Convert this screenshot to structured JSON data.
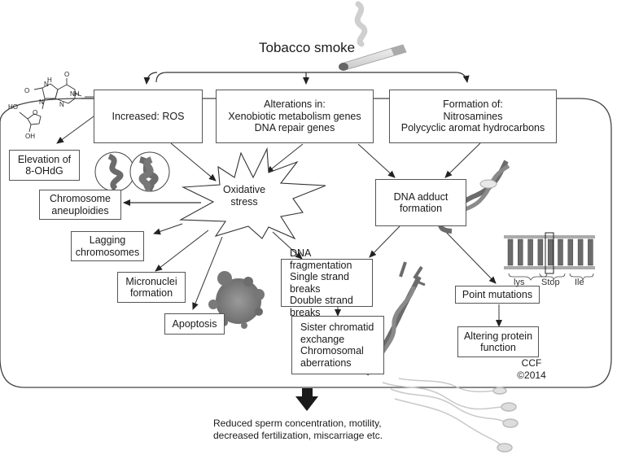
{
  "title": "Tobacco smoke",
  "top_row": {
    "ros": "Increased: ROS",
    "alterations": "Alterations in:\nXenobiotic metabolism genes\nDNA repair genes",
    "formation": "Formation of:\nNitrosamines\nPolycyclic aromat hydrocarbons"
  },
  "molecule": {
    "name": "8-OHdG structure",
    "atoms": [
      "O",
      "H",
      "N",
      "NH",
      "O",
      "N",
      "N",
      "HO",
      "O",
      "OH"
    ]
  },
  "left_column": {
    "elevation": "Elevation of\n8-OHdG",
    "aneuploidies": "Chromosome\naneuploidies",
    "lagging": "Lagging\nchromosomes",
    "micronuclei": "Micronuclei\nformation",
    "apoptosis": "Apoptosis"
  },
  "center": {
    "oxidative": "Oxidative\nstress",
    "dna_adduct": "DNA adduct\nformation",
    "fragmentation": "DNA fragmentation\nSingle strand breaks\nDouble strand breaks",
    "sister": "Sister chromatid\nexchange\nChromosomal\naberrations"
  },
  "right_column": {
    "point_mutations": "Point mutations",
    "altering": "Altering protein\nfunction",
    "codons": [
      "lys",
      "Stop",
      "Ile"
    ]
  },
  "credit": "CCF\n©2014",
  "outcome": "Reduced sperm concentration, motility,\ndecreased fertilization, miscarriage etc.",
  "colors": {
    "line": "#333333",
    "box_border": "#555555",
    "illustration": "#6b6b6b"
  }
}
